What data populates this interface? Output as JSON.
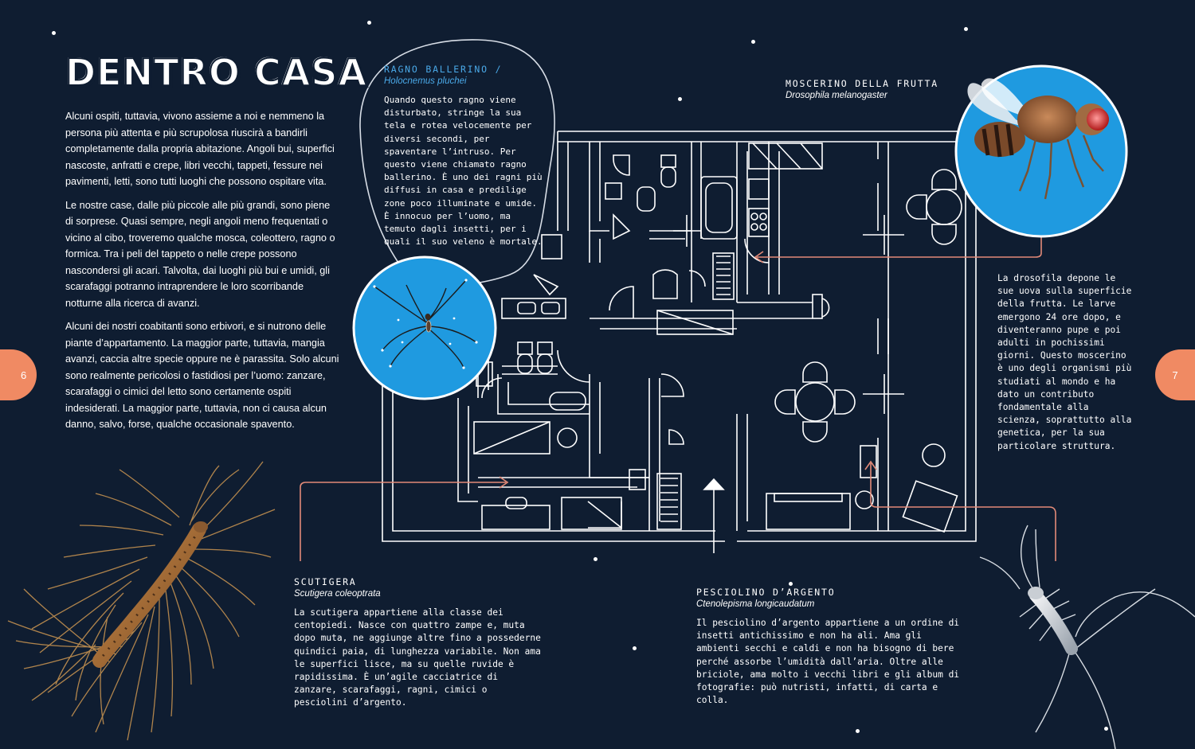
{
  "page": {
    "title": "DENTRO CASA",
    "page_left": "6",
    "page_right": "7"
  },
  "intro": {
    "p1": "Alcuni ospiti, tuttavia, vivono assieme a noi e nemmeno la persona più attenta e più scrupolosa riuscirà a bandirli completamente dalla propria abitazione. Angoli bui, superfici nascoste, anfratti e crepe, libri vecchi, tappeti, fessure nei pavimenti, letti, sono tutti luoghi che possono ospitare vita.",
    "p2": "Le nostre case, dalle più piccole alle più grandi, sono piene di sorprese. Quasi sempre, negli angoli meno frequentati o vicino al cibo, troveremo qualche mosca, coleottero, ragno o formica. Tra i peli del tappeto o nelle crepe possono nascondersi gli acari. Talvolta, dai luoghi più bui e umidi, gli scarafaggi potranno intraprendere le loro scorribande notturne alla ricerca di avanzi.",
    "p3": "Alcuni dei nostri coabitanti sono erbivori, e si nutrono delle piante d’appartamento. La maggior parte, tuttavia, mangia avanzi, caccia altre specie oppure ne è parassita. Solo alcuni sono realmente pericolosi o fastidiosi per l’uomo: zanzare, scarafaggi o cimici del letto sono certamente ospiti indesiderati. La maggior parte, tuttavia, non ci causa alcun danno, salvo, forse, qualche occasionale spavento."
  },
  "spider": {
    "name": "RAGNO BALLERINO /",
    "sci": "Holocnemus pluchei",
    "text": "Quando questo ragno viene disturbato, stringe la sua tela e rotea velocemente per diversi secondi, per spaventare l’intruso. Per questo viene chiamato ragno ballerino. È uno dei ragni più diffusi in casa e predilige zone poco illuminate e umide. È innocuo per l’uomo, ma temuto dagli insetti, per i quali il suo veleno è mortale."
  },
  "fly": {
    "name": "MOSCERINO DELLA FRUTTA",
    "sci": "Drosophila melanogaster",
    "text": "La drosofila depone le sue uova sulla superficie della frutta. Le larve emergono 24 ore dopo, e diventeranno pupe e poi adulti in pochissimi giorni. Questo moscerino è uno degli organismi più studiati al mondo e ha dato un contributo fondamentale alla scienza, soprattutto alla genetica, per la sua particolare struttura."
  },
  "scutigera": {
    "name": "SCUTIGERA",
    "sci": "Scutigera coleoptrata",
    "text": "La scutigera appartiene alla classe dei centopiedi. Nasce con quattro zampe e, muta dopo muta, ne aggiunge altre fino a possederne quindici paia, di lunghezza variabile. Non ama le superfici lisce, ma su quelle ruvide è rapidissima. È un’agile cacciatrice di zanzare, scarafaggi, ragni, cimici o pesciolini d’argento."
  },
  "silverfish": {
    "name": "PESCIOLINO D’ARGENTO",
    "sci": "Ctenolepisma longicaudatum",
    "text": "Il pesciolino d’argento appartiene a un ordine di insetti antichissimo e non ha ali. Ama gli ambienti secchi e caldi e non ha bisogno di bere perché assorbe l’umidità dall’aria. Oltre alle briciole, ama molto i vecchi libri e gli album di fotografie: può nutristi, infatti, di carta e colla."
  },
  "colors": {
    "background": "#0f1d31",
    "accent_blue": "#1f9ae0",
    "pointer_line": "#e38a78",
    "tab_orange": "#f08a63"
  }
}
